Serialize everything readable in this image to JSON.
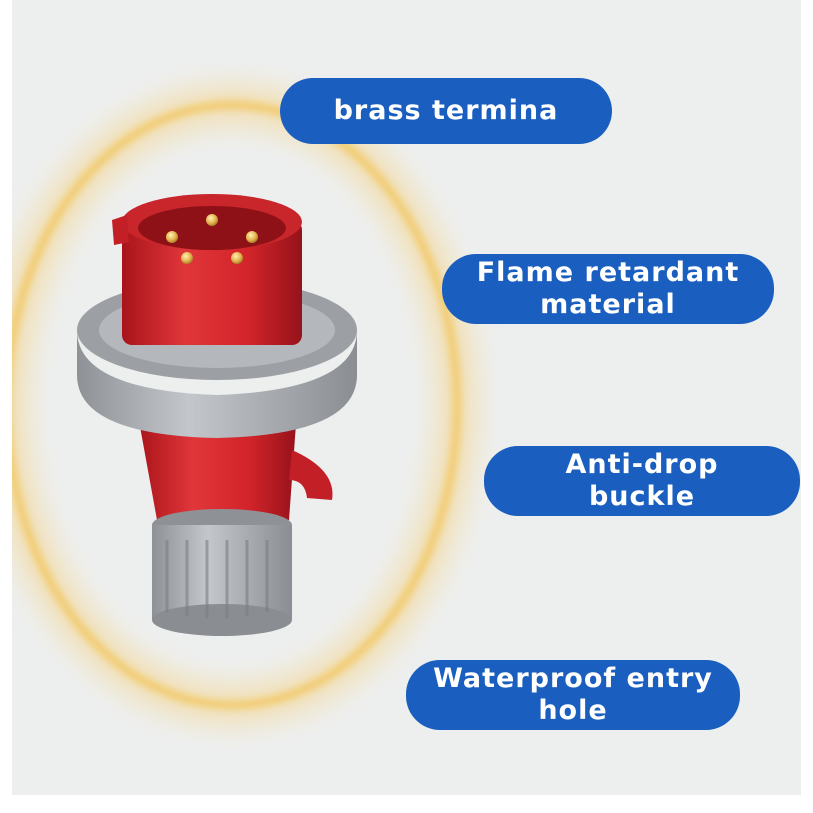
{
  "features": [
    {
      "line1": "brass termina",
      "line2": ""
    },
    {
      "line1": "Flame retardant",
      "line2": "material"
    },
    {
      "line1": "Anti-drop",
      "line2": "buckle"
    },
    {
      "line1": "Waterproof entry",
      "line2": "hole"
    }
  ],
  "colors": {
    "background": "#edefef",
    "pill": "#1a5fbf",
    "pill_text": "#ffffff",
    "plug_red": "#d2242a",
    "ring_gray": "#a9adb2",
    "halo": "#f2c55a",
    "pins": "#e2b24a"
  },
  "image": "red-industrial-plug-5-pin"
}
